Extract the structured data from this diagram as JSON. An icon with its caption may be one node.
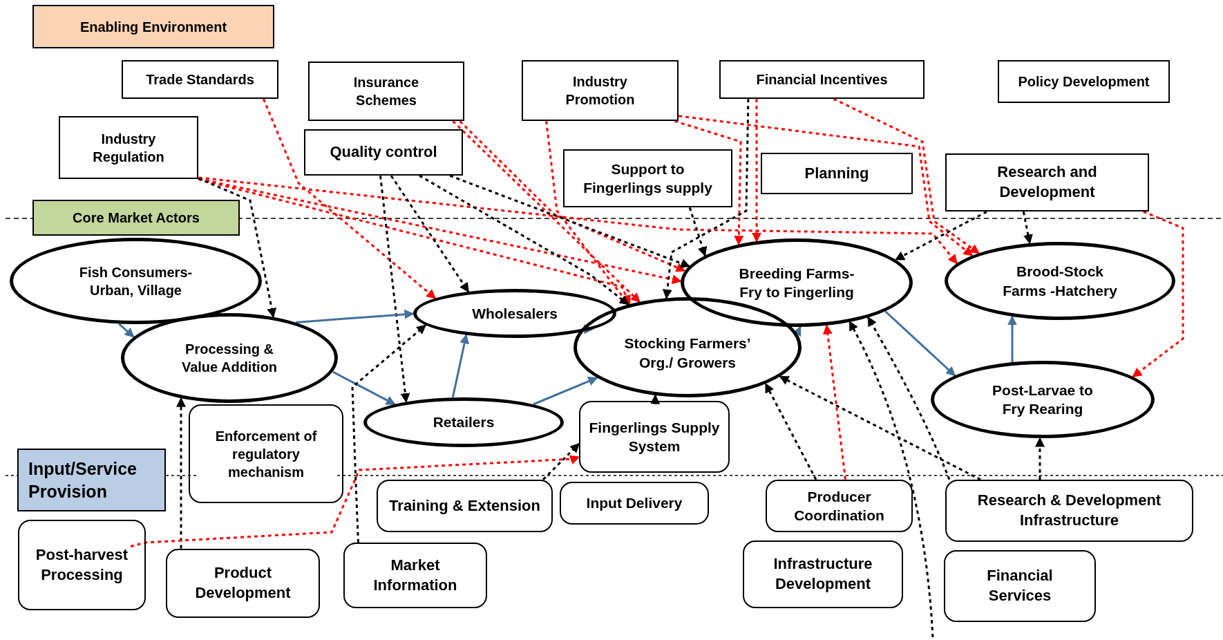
{
  "diagram": {
    "nodes": [
      {
        "text": [
          "Enabling Environment"
        ]
      },
      {
        "text": [
          "Trade Standards"
        ]
      },
      {
        "text": [
          "Insurance Schemes"
        ]
      },
      {
        "text": [
          "Industry Promotion"
        ]
      },
      {
        "text": [
          "Financial Incentives"
        ]
      },
      {
        "text": [
          "Policy Development"
        ]
      },
      {
        "text": [
          "Industry Regulation"
        ]
      },
      {
        "text": [
          "Quality control"
        ]
      },
      {
        "text": [
          "Support to Fingerlings supply"
        ]
      },
      {
        "text": [
          "Planning"
        ]
      },
      {
        "text": [
          "Research and Development"
        ]
      },
      {
        "text": [
          "Core Market Actors"
        ]
      },
      {
        "text": [
          "Fish Consumers- Urban, Village"
        ]
      },
      {
        "text": [
          "Processing & Value Addition"
        ]
      },
      {
        "text": [
          "Wholesalers"
        ]
      },
      {
        "text": [
          "Stocking Farmers’ Org./ Growers"
        ]
      },
      {
        "text": [
          "Breeding Farms- Fry to Fingerling"
        ]
      },
      {
        "text": [
          "Brood-Stock Farms -Hatchery"
        ]
      },
      {
        "text": [
          "Retailers"
        ]
      },
      {
        "text": [
          "Fingerlings Supply System"
        ]
      },
      {
        "text": [
          "Post-Larvae to Fry Rearing"
        ]
      },
      {
        "text": [
          "Input/Service Provision"
        ]
      },
      {
        "text": [
          "Enforcement of regulatory mechanism"
        ]
      },
      {
        "text": [
          "Post-harvest Processing"
        ]
      },
      {
        "text": [
          "Product Development"
        ]
      },
      {
        "text": [
          "Training & Extension"
        ]
      },
      {
        "text": [
          "Market Information"
        ]
      },
      {
        "text": [
          "Input Delivery"
        ]
      },
      {
        "text": [
          "Producer Coordination"
        ]
      },
      {
        "text": [
          "Infrastructure Development"
        ]
      },
      {
        "text": [
          "Research & Development Infrastructure"
        ]
      },
      {
        "text": [
          "Financial Services"
        ]
      }
    ],
    "edges": [
      {
        "from": 1,
        "to": 14,
        "arrow": "to",
        "style": "dashed",
        "color": "#ff0000"
      },
      {
        "from": 6,
        "to": 17,
        "arrow": "to",
        "style": "dashed",
        "color": "#ff0000"
      },
      {
        "from": 6,
        "to": 16,
        "arrow": "to",
        "style": "dashed",
        "color": "#ff0000"
      },
      {
        "from": 6,
        "to": 15,
        "arrow": "to",
        "style": "dashed",
        "color": "#ff0000"
      },
      {
        "from": 2,
        "to": 16,
        "arrow": "to",
        "style": "dashed",
        "color": "#ff0000"
      },
      {
        "from": 2,
        "to": 15,
        "arrow": "to",
        "style": "dashed",
        "color": "#ff0000"
      },
      {
        "from": 3,
        "to": 15,
        "arrow": "to",
        "style": "dashed",
        "color": "#ff0000"
      },
      {
        "from": 3,
        "to": 16,
        "arrow": "to",
        "style": "dashed",
        "color": "#ff0000"
      },
      {
        "from": 3,
        "to": 17,
        "arrow": "to",
        "style": "dashed",
        "color": "#ff0000"
      },
      {
        "from": 4,
        "to": 16,
        "arrow": "to",
        "style": "dashed",
        "color": "#ff0000"
      },
      {
        "from": 4,
        "to": 17,
        "arrow": "to",
        "style": "dashed",
        "color": "#ff0000"
      },
      {
        "from": 10,
        "to": 20,
        "arrow": "to",
        "style": "dashed",
        "color": "#ff0000"
      },
      {
        "from": 6,
        "to": 13,
        "arrow": "to",
        "style": "dashed"
      },
      {
        "from": 7,
        "to": 14,
        "arrow": "to",
        "style": "dashed"
      },
      {
        "from": 7,
        "to": 18,
        "arrow": "to",
        "style": "dashed"
      },
      {
        "from": 7,
        "to": 15,
        "arrow": "to",
        "style": "dashed"
      },
      {
        "from": 7,
        "to": 16,
        "arrow": "to",
        "style": "dashed"
      },
      {
        "from": 8,
        "to": 16,
        "arrow": "to",
        "style": "dashed"
      },
      {
        "from": 4,
        "to": 15,
        "arrow": "to",
        "style": "dashed"
      },
      {
        "from": 10,
        "to": 16,
        "arrow": "to",
        "style": "dashed"
      },
      {
        "from": 10,
        "to": 17,
        "arrow": "to",
        "style": "dashed"
      },
      {
        "from": 12,
        "to": 13,
        "arrow": "to",
        "color": "#41719c"
      },
      {
        "from": 13,
        "to": 14,
        "arrow": "to",
        "color": "#41719c"
      },
      {
        "from": 13,
        "to": 18,
        "arrow": "to",
        "color": "#41719c"
      },
      {
        "from": 18,
        "to": 14,
        "arrow": "to",
        "color": "#41719c"
      },
      {
        "from": 18,
        "to": 15,
        "arrow": "to",
        "color": "#41719c"
      },
      {
        "from": 14,
        "to": 15,
        "arrow": "to",
        "color": "#41719c"
      },
      {
        "from": 15,
        "to": 16,
        "arrow": "to",
        "color": "#41719c"
      },
      {
        "from": 16,
        "to": 20,
        "arrow": "to",
        "color": "#41719c"
      },
      {
        "from": 20,
        "to": 17,
        "arrow": "to",
        "color": "#41719c"
      },
      {
        "from": 19,
        "to": 15,
        "arrow": "to"
      },
      {
        "from": 24,
        "to": 13,
        "arrow": "to",
        "style": "dashed"
      },
      {
        "from": 26,
        "to": 14,
        "arrow": "to",
        "style": "dashed"
      },
      {
        "from": 25,
        "to": 19,
        "arrow": "to",
        "style": "dashed"
      },
      {
        "from": 28,
        "to": 16,
        "arrow": "to",
        "style": "dashed",
        "color": "#ff0000"
      },
      {
        "from": 28,
        "to": 15,
        "arrow": "to",
        "style": "dashed"
      },
      {
        "from": null,
        "to": 16,
        "arrow": "to",
        "style": "dashed"
      },
      {
        "from": 30,
        "to": 16,
        "arrow": "to",
        "style": "dashed"
      },
      {
        "from": 30,
        "to": 15,
        "arrow": "to",
        "style": "dashed"
      },
      {
        "from": 30,
        "to": 20,
        "arrow": "to",
        "style": "dashed"
      },
      {
        "from": 23,
        "to": 19,
        "arrow": "to",
        "style": "dashed",
        "color": "#ff0000"
      }
    ]
  }
}
